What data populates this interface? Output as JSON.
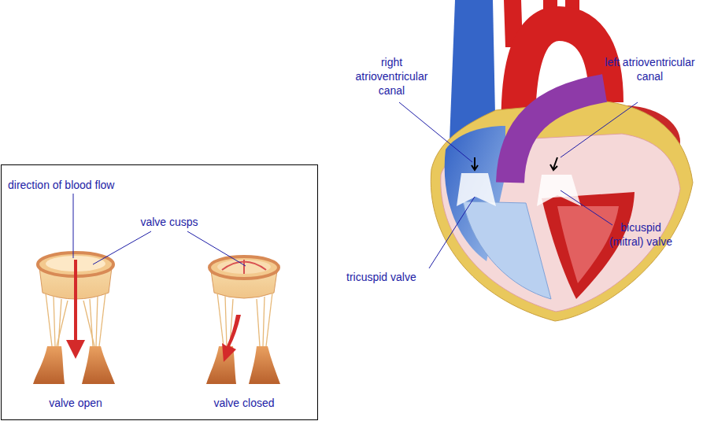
{
  "diagram": {
    "labels": [
      "right atrioventricular canal",
      "left atrioventricular canal",
      "direction of blood flow",
      "valve cusps",
      "bicuspid (mitral) valve",
      "tricuspid valve",
      "valve open",
      "valve closed"
    ]
  }
}
